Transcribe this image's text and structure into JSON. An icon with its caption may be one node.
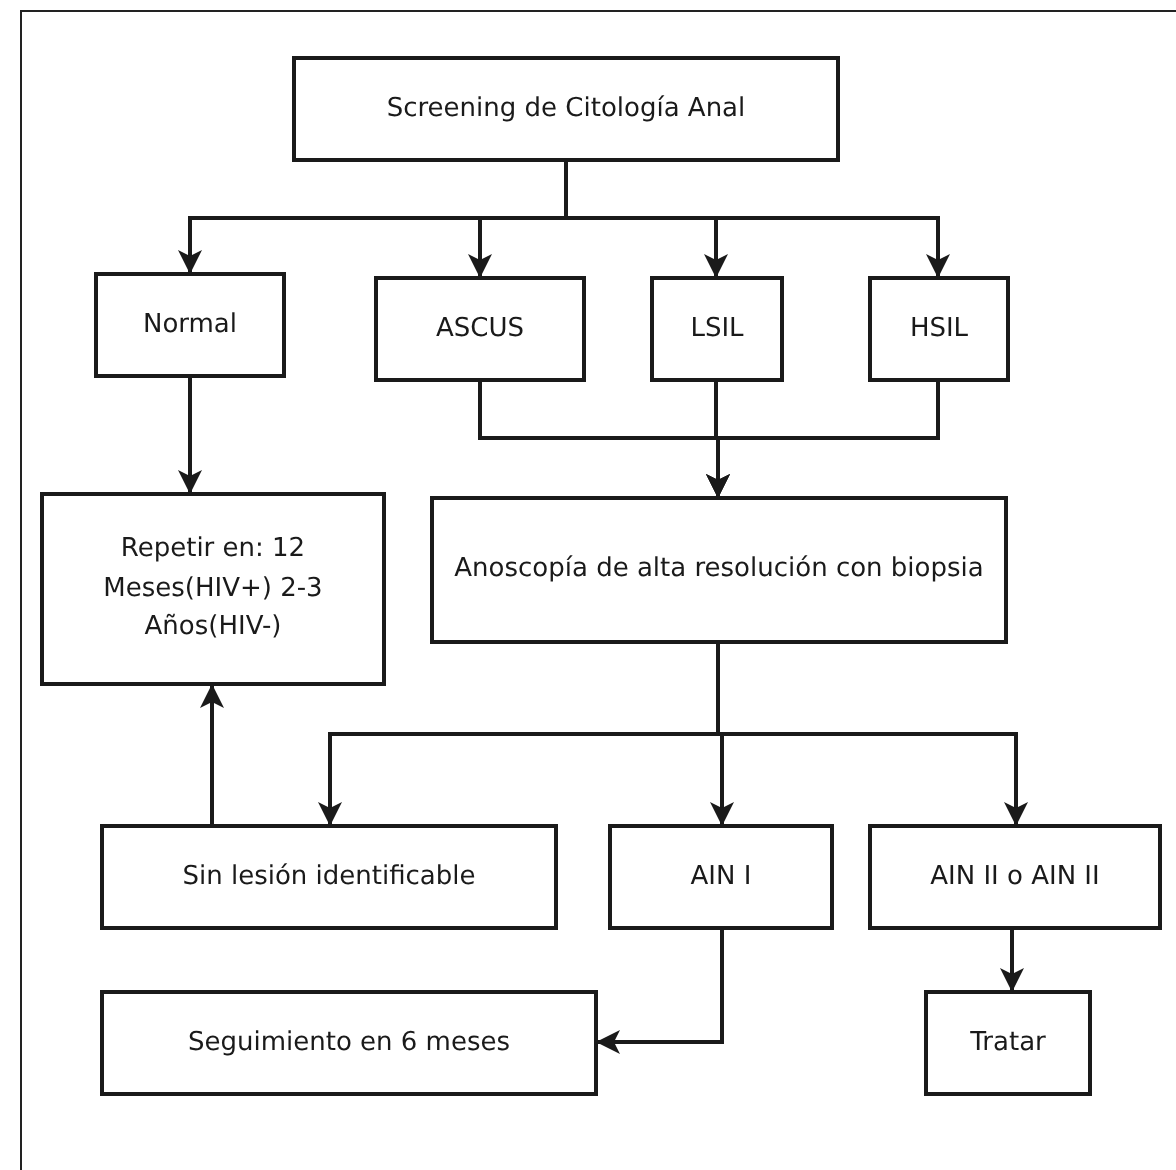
{
  "diagram": {
    "nodes": [
      {
        "text": [
          "Screening de Citología Anal"
        ]
      },
      {
        "text": [
          "Normal"
        ]
      },
      {
        "text": [
          "ASCUS"
        ]
      },
      {
        "text": [
          "LSIL"
        ]
      },
      {
        "text": [
          "HSIL"
        ]
      },
      {
        "text": [
          "Repetir en: 12 Meses(HIV+) 2-3 Años(HIV-)"
        ]
      },
      {
        "text": [
          "Anoscopía de alta resolución con biopsia"
        ]
      },
      {
        "text": [
          "Sin lesión identificable"
        ]
      },
      {
        "text": [
          "AIN I"
        ]
      },
      {
        "text": [
          "AIN II o AIN II"
        ]
      },
      {
        "text": [
          "Seguimiento en 6 meses"
        ]
      },
      {
        "text": [
          "Tratar"
        ]
      }
    ],
    "edges": [
      {
        "from": 0,
        "to": 1,
        "arrow": "to"
      },
      {
        "from": 0,
        "to": 2,
        "arrow": "to"
      },
      {
        "from": 0,
        "to": 3,
        "arrow": "to"
      },
      {
        "from": 0,
        "to": 4,
        "arrow": "to"
      },
      {
        "from": 1,
        "to": 5,
        "arrow": "to"
      },
      {
        "from": 2,
        "to": 6,
        "arrow": "to"
      },
      {
        "from": 3,
        "to": 6,
        "arrow": "to"
      },
      {
        "from": 4,
        "to": 6,
        "arrow": "to"
      },
      {
        "from": 6,
        "to": 7,
        "arrow": "to"
      },
      {
        "from": 6,
        "to": 8,
        "arrow": "to"
      },
      {
        "from": 6,
        "to": 9,
        "arrow": "to"
      },
      {
        "from": 7,
        "to": 5,
        "arrow": "to"
      },
      {
        "from": 8,
        "to": 10,
        "arrow": "to"
      },
      {
        "from": 9,
        "to": 11,
        "arrow": "to"
      }
    ]
  }
}
